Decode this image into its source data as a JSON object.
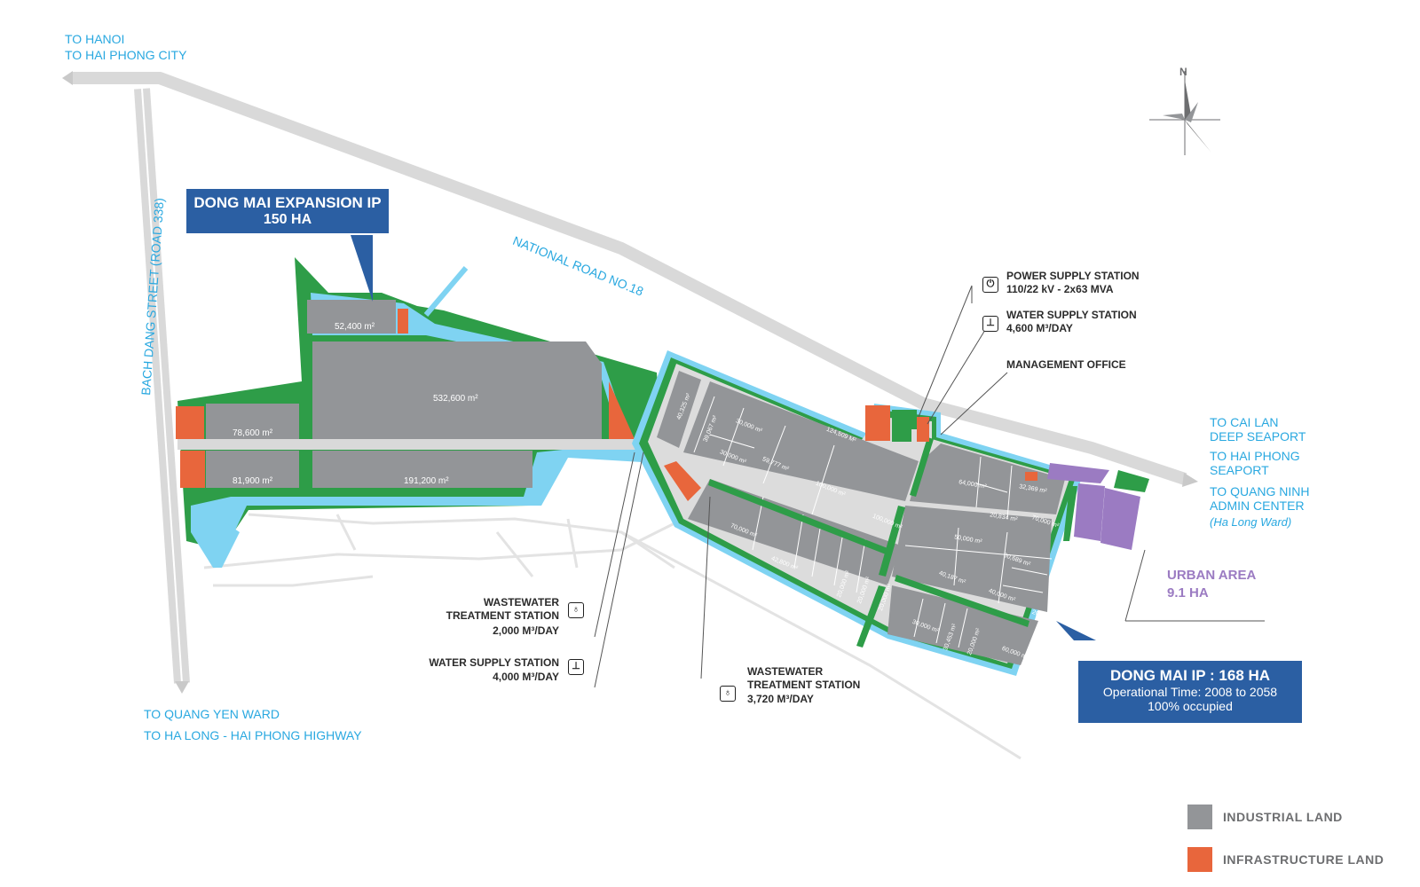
{
  "directions": {
    "north_west": [
      "TO HANOI",
      "TO HAI PHONG CITY"
    ],
    "south_west": [
      "TO QUANG YEN WARD",
      "TO HA LONG - HAI PHONG HIGHWAY"
    ],
    "east_1": [
      "TO CAI LAN",
      "DEEP SEAPORT"
    ],
    "east_2": [
      "TO HAI PHONG",
      "SEAPORT"
    ],
    "east_3": [
      "TO QUANG NINH",
      "ADMIN CENTER"
    ],
    "east_3_note": "(Ha Long Ward)"
  },
  "roads": {
    "national": "NATIONAL ROAD NO.18",
    "bach_dang": "BACH DANG STREET (ROAD 338)"
  },
  "compass": {
    "label": "N"
  },
  "expansion": {
    "title": "DONG MAI EXPANSION IP",
    "area": "150 HA"
  },
  "dong_mai": {
    "title": "DONG MAI IP : 168 HA",
    "time": "Operational Time: 2008 to 2058",
    "status": "100% occupied"
  },
  "urban": {
    "title": "URBAN AREA",
    "area": "9.1 HA"
  },
  "facilities": {
    "power": {
      "name": "POWER SUPPLY STATION",
      "spec": "110/22 kV - 2x63 MVA",
      "icon": "power-icon"
    },
    "water_east": {
      "name": "WATER SUPPLY STATION",
      "spec": "4,600 M³/DAY",
      "icon": "water-tap-icon"
    },
    "office": {
      "name": "MANAGEMENT OFFICE"
    },
    "wastewater_west": {
      "name1": "WASTEWATER",
      "name2": "TREATMENT STATION",
      "spec": "2,000 M³/DAY",
      "icon": "wastewater-icon"
    },
    "water_west": {
      "name": "WATER SUPPLY STATION",
      "spec": "4,000 M³/DAY",
      "icon": "water-tap-icon"
    },
    "wastewater_south": {
      "name1": "WASTEWATER",
      "name2": "TREATMENT STATION",
      "spec": "3,720 M³/DAY",
      "icon": "wastewater-icon"
    }
  },
  "plots": {
    "p1": "52,400 m²",
    "p2": "532,600 m²",
    "p3": "78,600 m²",
    "p4": "81,900 m²",
    "p5": "191,200 m²",
    "p6": "40,325 m²",
    "p7": "39,067 m²",
    "p8": "30,000 m²",
    "p9": "30,000 m²",
    "p10": "59,777 m²",
    "p11": "124,509 M²",
    "p12": "100,000 m²",
    "p13": "100,000 m²",
    "p14": "64,000 m²",
    "p15": "32,369 m²",
    "p16": "20,834 m²",
    "p17": "70,000 m²",
    "p18": "50,000 m²",
    "p19": "30,689 m²",
    "p20": "20,000 m²",
    "p21": "40,187 m²",
    "p22": "40,000 m²",
    "p23": "20,000 m²",
    "p24": "20,000 m²",
    "p25": "70,000 m²",
    "p26": "42,800 m²",
    "p27": "20,000 m²",
    "p28": "20,000 m²",
    "p29": "20,000 m²",
    "p30": "30,000 m²",
    "p31": "30,453 m²",
    "p32": "20,000 m²",
    "p33": "60,000 m²"
  },
  "legend": [
    {
      "label": "INDUSTRIAL LAND",
      "color": "#939598"
    },
    {
      "label": "INFRASTRUCTURE LAND",
      "color": "#e8663c"
    }
  ],
  "colors": {
    "industrial": "#939598",
    "infrastructure": "#e8663c",
    "green": "#2e9d48",
    "water": "#7fd3f2",
    "road": "#d9d9d9",
    "urban": "#9b7bc2",
    "accent_blue": "#29a8e0",
    "box_blue": "#2b5fa3"
  }
}
